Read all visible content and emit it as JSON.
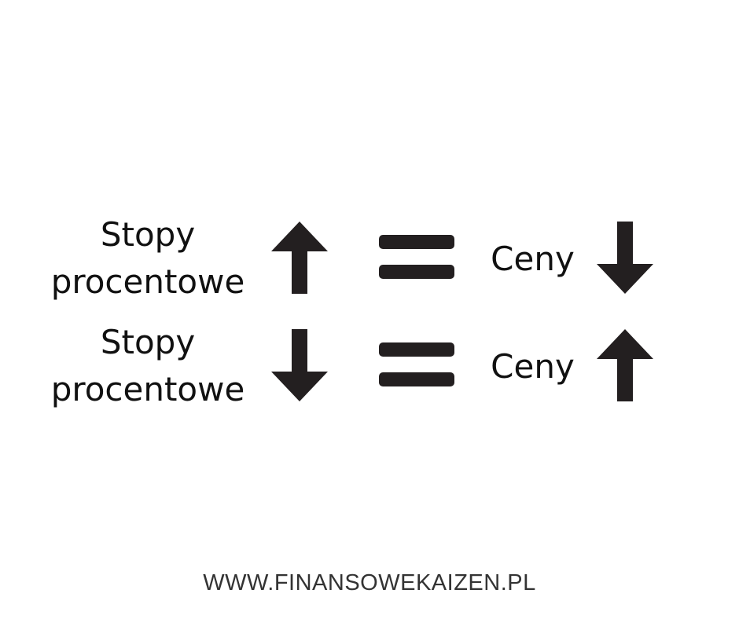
{
  "rows": [
    {
      "left_label_line1": "Stopy",
      "left_label_line2": "procentowe",
      "left_arrow": "up",
      "operator": "equals",
      "right_label": "Ceny",
      "right_arrow": "down"
    },
    {
      "left_label_line1": "Stopy",
      "left_label_line2": "procentowe",
      "left_arrow": "down",
      "operator": "equals",
      "right_label": "Ceny",
      "right_arrow": "up"
    }
  ],
  "footer": "WWW.FINANSOWEKAIZEN.PL",
  "colors": {
    "arrow": "#231f20",
    "text": "#111111"
  }
}
